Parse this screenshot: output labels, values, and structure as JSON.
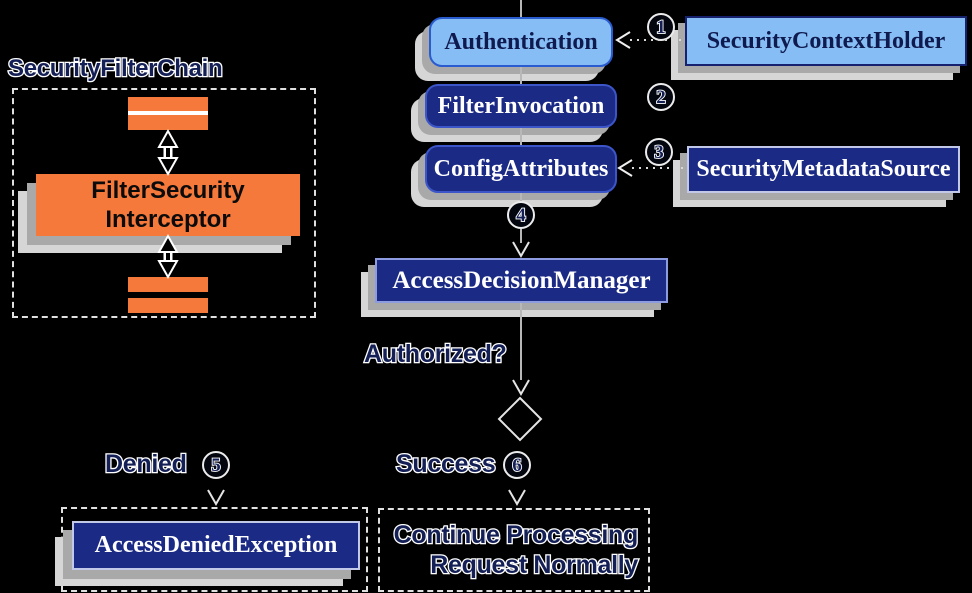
{
  "diagram": {
    "left": {
      "title": "SecurityFilterChain",
      "interceptor": {
        "line1": "FilterSecurity",
        "line2": "Interceptor"
      }
    },
    "flow": {
      "authentication": "Authentication",
      "security_context_holder": "SecurityContextHolder",
      "filter_invocation": "FilterInvocation",
      "config_attributes": "ConfigAttributes",
      "security_metadata_source": "SecurityMetadataSource",
      "access_decision_manager": "AccessDecisionManager",
      "authorized": "Authorized?",
      "denied": "Denied",
      "success": "Success",
      "access_denied_exception": "AccessDeniedException",
      "continue_processing": {
        "line1": "Continue Processing",
        "line2": "Request Normally"
      }
    },
    "steps": [
      "1",
      "2",
      "3",
      "4",
      "5",
      "6"
    ]
  },
  "colors": {
    "orange": "#f5793b",
    "navy": "#1b2a85",
    "light_blue": "#85bdf4",
    "navy_text": "#0f1a4f",
    "light_blue_border": "#2a5cd0",
    "navy_border": "#3c55c8",
    "pale_border": "#c2c8e8",
    "periwinkle_border": "#8d9ce0",
    "shadow1": "#a9a9a9",
    "shadow2": "#d6d6d6",
    "line": "#b8b8b8",
    "dash": "#e0e0e0",
    "outline_fill": "#131f55",
    "bg": "#000000"
  }
}
